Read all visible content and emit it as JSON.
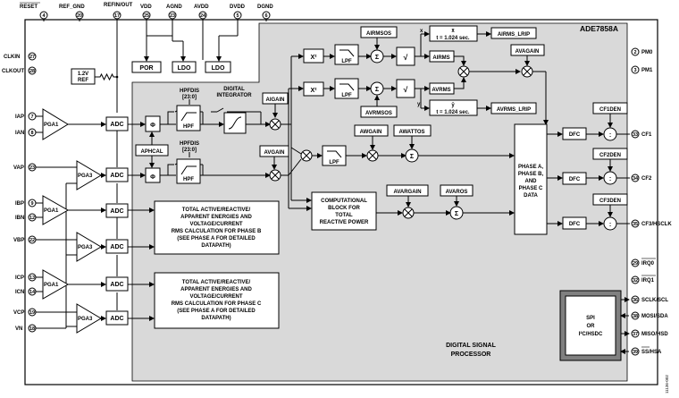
{
  "chip_name": "ADE7858A",
  "dsp_label": [
    "DIGITAL SIGNAL",
    "PROCESSOR"
  ],
  "figure_id": "11136-002",
  "top_pins": [
    {
      "num": "4",
      "name": "RESET"
    },
    {
      "num": "20",
      "name": "REF_GND"
    },
    {
      "num": "17",
      "name": "REFIN/OUT"
    },
    {
      "num": "25",
      "name": "VDD"
    },
    {
      "num": "23",
      "name": "AGND"
    },
    {
      "num": "24",
      "name": "AVDD"
    },
    {
      "num": "5",
      "name": "DVDD"
    },
    {
      "num": "6",
      "name": "DGND"
    }
  ],
  "left_pins": [
    {
      "num": "27",
      "name": "CLKIN"
    },
    {
      "num": "28",
      "name": "CLKOUT"
    },
    {
      "num": "7",
      "name": "IAP"
    },
    {
      "num": "8",
      "name": "IAN"
    },
    {
      "num": "23",
      "name": "VAP"
    },
    {
      "num": "9",
      "name": "IBP"
    },
    {
      "num": "12",
      "name": "IBN"
    },
    {
      "num": "22",
      "name": "VBP"
    },
    {
      "num": "13",
      "name": "ICP"
    },
    {
      "num": "14",
      "name": "ICN"
    },
    {
      "num": "19",
      "name": "VCP"
    },
    {
      "num": "18",
      "name": "VN"
    }
  ],
  "right_pins": [
    {
      "num": "2",
      "name": "PM0"
    },
    {
      "num": "3",
      "name": "PM1"
    },
    {
      "num": "33",
      "name": "CF1"
    },
    {
      "num": "34",
      "name": "CF2"
    },
    {
      "num": "35",
      "name": "CF3/HSCLK"
    },
    {
      "num": "29",
      "name": "IRQ0"
    },
    {
      "num": "32",
      "name": "IRQ1"
    },
    {
      "num": "36",
      "name": "SCLK/SCL"
    },
    {
      "num": "38",
      "name": "MOSI/SDA"
    },
    {
      "num": "37",
      "name": "MISO/HSD"
    },
    {
      "num": "39",
      "name": "SS/HSA"
    }
  ],
  "blocks": {
    "ref": [
      "1.2V",
      "REF"
    ],
    "por": "POR",
    "ldo": "LDO",
    "pga1": "PGA1",
    "pga3": "PGA3",
    "adc": "ADC",
    "phi": "Φ",
    "aphcal": "APHCAL",
    "hpfdis": [
      "HPFDIS",
      "[23:0]"
    ],
    "hpf": "HPF",
    "integrator": [
      "DIGITAL",
      "INTEGRATOR"
    ],
    "aigain": "AIGAIN",
    "avgain": "AVGAIN",
    "x2": "X²",
    "lpf": "LPF",
    "airmsos": "AIRMSOS",
    "avrmsos": "AVRMSOS",
    "sqrt": "√",
    "airms": "AIRMS",
    "avrms": "AVRMS",
    "t_x": [
      "x̄",
      "t = 1.024 sec."
    ],
    "t_y": [
      "ȳ",
      "t = 1.024 sec."
    ],
    "airms_lrip": "AIRMS_LRIP",
    "avrms_lrip": "AVRMS_LRIP",
    "avagain": "AVAGAIN",
    "awgain": "AWGAIN",
    "awattos": "AWATTOS",
    "comp_block": [
      "COMPUTATIONAL",
      "BLOCK FOR",
      "TOTAL",
      "REACTIVE POWER"
    ],
    "avargain": "AVARGAIN",
    "avaros": "AVAROS",
    "phase_data": [
      "PHASE A,",
      "PHASE B,",
      "AND",
      "PHASE C",
      "DATA"
    ],
    "dfc": "DFC",
    "cf1den": "CF1DEN",
    "cf2den": "CF2DEN",
    "cf3den": "CF3DEN",
    "spi": [
      "SPI",
      "OR",
      "I²C/HSDC"
    ],
    "phase_b_text": [
      "TOTAL ACTIVE/REACTIVE/",
      "APPARENT ENERGIES AND",
      "VOLTAGE/CURRENT",
      "RMS CALCULATION FOR PHASE B",
      "(SEE PHASE A FOR DETAILED",
      "DATAPATH)"
    ],
    "phase_c_text": [
      "TOTAL ACTIVE/REACTIVE/",
      "APPARENT ENERGIES AND",
      "VOLTAGE/CURRENT",
      "RMS CALCULATION FOR PHASE C",
      "(SEE PHASE A FOR DETAILED",
      "DATAPATH)"
    ],
    "x_label": "x",
    "y_label": "y",
    "sigma": "Σ",
    "div": ":"
  }
}
